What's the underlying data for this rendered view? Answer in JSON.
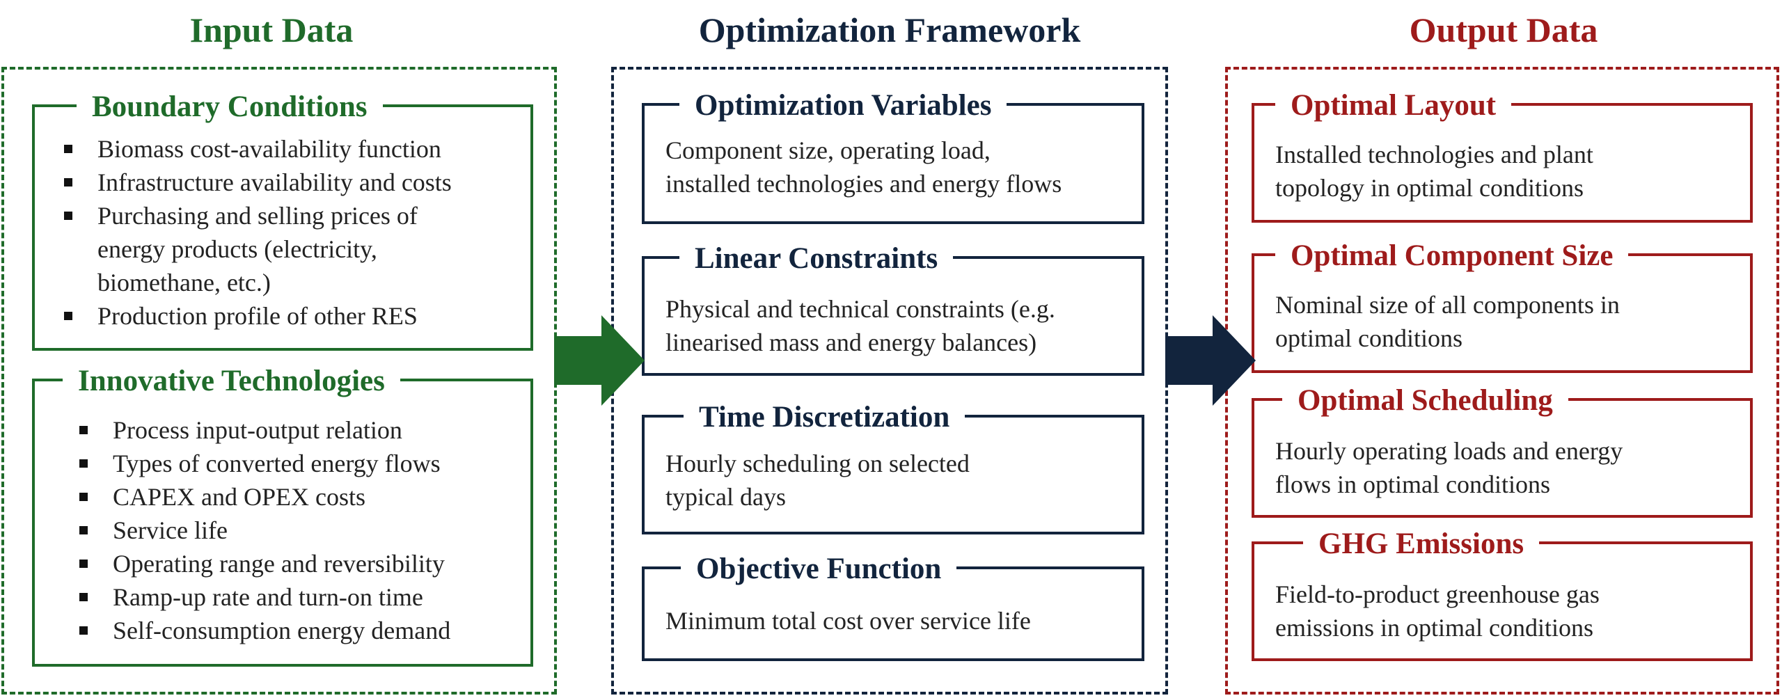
{
  "colors": {
    "green": "#1f6b2a",
    "navy": "#12243d",
    "red": "#9e1b1b"
  },
  "input": {
    "title": "Input Data",
    "boundary": {
      "title": "Boundary Conditions",
      "items": [
        [
          "Biomass cost-availability function"
        ],
        [
          "Infrastructure availability and costs"
        ],
        [
          "Purchasing and selling prices of",
          "energy products (electricity,",
          "biomethane, etc.)"
        ],
        [
          "Production profile of other RES"
        ]
      ]
    },
    "innovative": {
      "title": "Innovative Technologies",
      "items": [
        "Process input-output relation",
        "Types of converted energy flows",
        "CAPEX and OPEX costs",
        "Service life",
        "Operating range and reversibility",
        "Ramp-up rate and turn-on time",
        "Self-consumption energy demand"
      ]
    }
  },
  "framework": {
    "title": "Optimization Framework",
    "boxes": [
      {
        "title": "Optimization Variables",
        "lines": [
          "Component size, operating load,",
          "installed technologies and energy flows"
        ]
      },
      {
        "title": "Linear Constraints",
        "lines": [
          "Physical and technical constraints (e.g.",
          "linearised mass and energy balances)"
        ]
      },
      {
        "title": "Time Discretization",
        "lines": [
          "Hourly scheduling on selected",
          "typical days"
        ]
      },
      {
        "title": "Objective Function",
        "lines": [
          "Minimum total cost over service life"
        ]
      }
    ]
  },
  "output": {
    "title": "Output Data",
    "boxes": [
      {
        "title": "Optimal Layout",
        "lines": [
          "Installed technologies and plant",
          "topology in optimal conditions"
        ]
      },
      {
        "title": "Optimal Component Size",
        "lines": [
          "Nominal size of all components in",
          "optimal conditions"
        ]
      },
      {
        "title": "Optimal Scheduling",
        "lines": [
          "Hourly operating loads and energy",
          "flows in optimal conditions"
        ]
      },
      {
        "title": "GHG Emissions",
        "lines": [
          "Field-to-product greenhouse gas",
          "emissions in optimal conditions"
        ]
      }
    ]
  }
}
